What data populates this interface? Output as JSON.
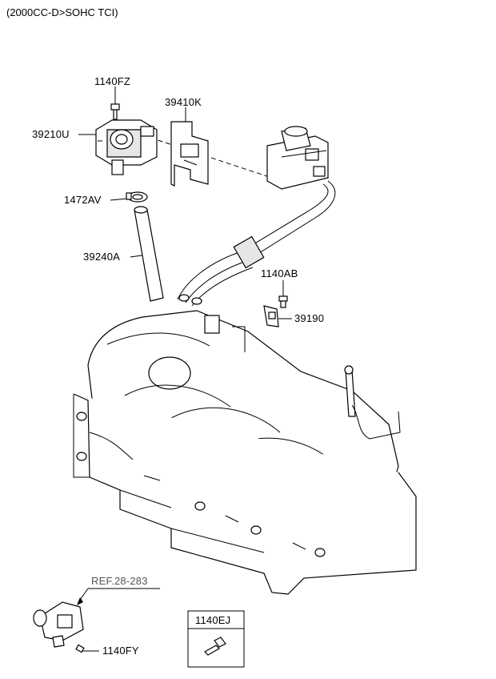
{
  "header": {
    "title": "(2000CC-D>SOHC TCI)"
  },
  "callouts": {
    "p1140fz": "1140FZ",
    "p39410k": "39410K",
    "p39210u": "39210U",
    "p1472av": "1472AV",
    "p39240a": "39240A",
    "p1140ab": "1140AB",
    "p39190": "39190",
    "ref": "REF.28-283",
    "p1140fy": "1140FY",
    "p1140ej": "1140EJ"
  },
  "icons": [
    "bolt-icon",
    "sensor-icon",
    "bracket-icon",
    "clamp-icon",
    "hose-icon",
    "valve-icon",
    "intake-manifold-icon",
    "engine-block-icon"
  ]
}
